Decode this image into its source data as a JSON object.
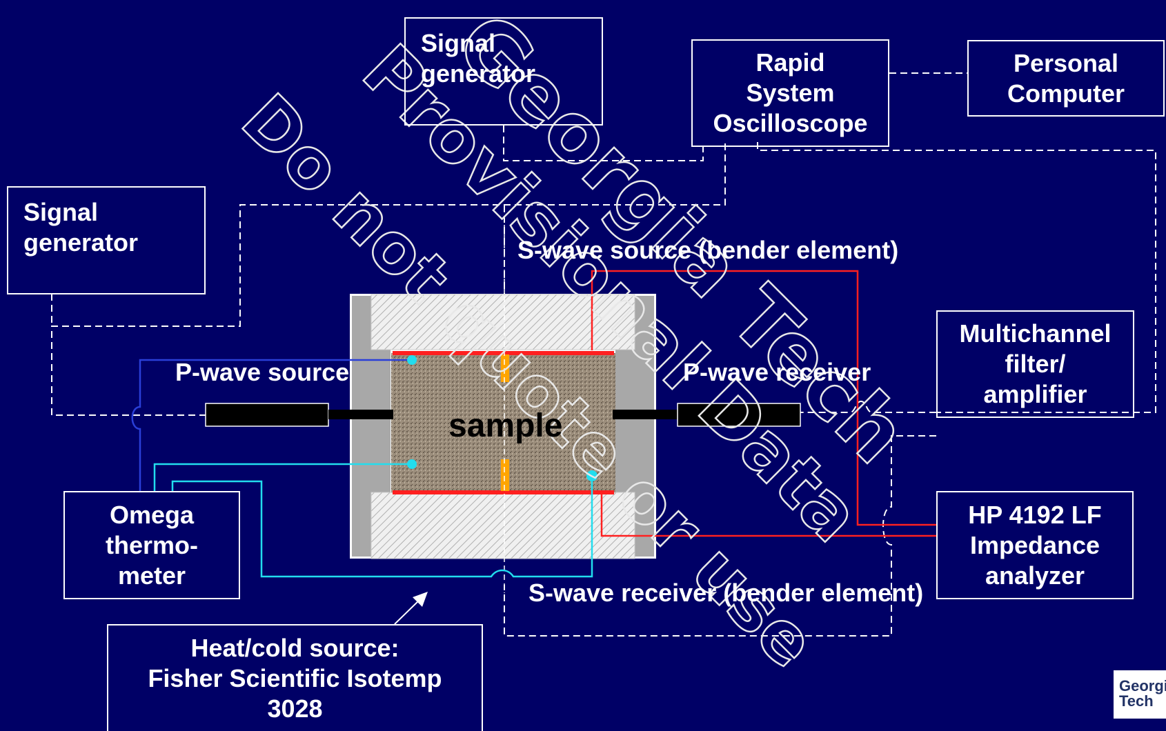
{
  "boxes": {
    "signal_generator_top": "Signal\ngenerator",
    "oscilloscope": "Rapid\nSystem\nOscilloscope",
    "personal_computer": "Personal\nComputer",
    "signal_generator_left": "Signal\ngenerator",
    "multichannel": "Multichannel\nfilter/\namplifier",
    "omega": "Omega\nthermo-\nmeter",
    "hp_analyzer": "HP 4192 LF\nImpedance\nanalyzer",
    "heat_source": "Heat/cold source:\nFisher Scientific Isotemp\n3028"
  },
  "labels": {
    "s_wave_source": "S-wave source (bender element)",
    "p_wave_source": "P-wave source",
    "p_wave_receiver": "P-wave receiver",
    "sample": "sample",
    "s_wave_receiver": "S-wave receiver (bender element)"
  },
  "watermark": {
    "line1": "Georgia Tech",
    "line2": "Provisional Data",
    "line3": "Do not quote or use"
  },
  "logo_text": "Georgia\nTech",
  "colors": {
    "background": "#000066",
    "red_wire": "#ff2020",
    "cyan_wire": "#22ddee",
    "blue_wire": "#2a3fd8",
    "transducer": "#ffa500"
  }
}
